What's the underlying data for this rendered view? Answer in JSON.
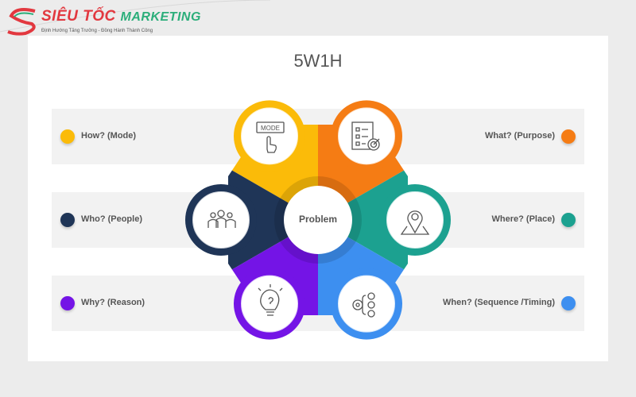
{
  "logo": {
    "brand_main": "SIÊU TỐC",
    "brand_sub": "MARKETING",
    "tagline": "Định Hướng Tăng Trưởng - Đồng Hành Thành Công"
  },
  "title": "5W1H",
  "center": "Problem",
  "items": [
    {
      "label": "How? (Mode)",
      "color": "#fbbb09",
      "icon": "mode-touch-icon"
    },
    {
      "label": "What? (Purpose)",
      "color": "#f57c14",
      "icon": "checklist-target-icon"
    },
    {
      "label": "Who? (People)",
      "color": "#1f3557",
      "icon": "people-group-icon"
    },
    {
      "label": "Where? (Place)",
      "color": "#1ca190",
      "icon": "map-pin-icon"
    },
    {
      "label": "Why? (Reason)",
      "color": "#7414e6",
      "icon": "lightbulb-question-icon"
    },
    {
      "label": "When? (Sequence /Timing)",
      "color": "#3d8ff0",
      "icon": "gear-sequence-icon"
    }
  ],
  "icon_text": {
    "mode": "MODE"
  }
}
